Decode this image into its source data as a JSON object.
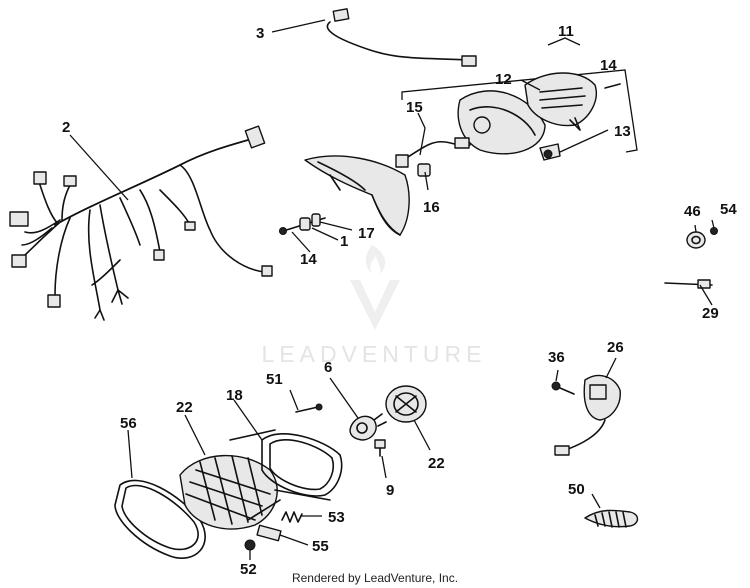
{
  "watermark": {
    "text": "LEADVENTURE"
  },
  "footer": {
    "text": "Rendered by LeadVenture, Inc."
  },
  "labels": [
    {
      "id": "lbl-3",
      "text": "3"
    },
    {
      "id": "lbl-11",
      "text": "11"
    },
    {
      "id": "lbl-14a",
      "text": "14"
    },
    {
      "id": "lbl-12",
      "text": "12"
    },
    {
      "id": "lbl-15",
      "text": "15"
    },
    {
      "id": "lbl-13",
      "text": "13"
    },
    {
      "id": "lbl-2",
      "text": "2"
    },
    {
      "id": "lbl-16",
      "text": "16"
    },
    {
      "id": "lbl-17",
      "text": "17"
    },
    {
      "id": "lbl-1",
      "text": "1"
    },
    {
      "id": "lbl-14b",
      "text": "14"
    },
    {
      "id": "lbl-46",
      "text": "46"
    },
    {
      "id": "lbl-54",
      "text": "54"
    },
    {
      "id": "lbl-29",
      "text": "29"
    },
    {
      "id": "lbl-36",
      "text": "36"
    },
    {
      "id": "lbl-26",
      "text": "26"
    },
    {
      "id": "lbl-6",
      "text": "6"
    },
    {
      "id": "lbl-51",
      "text": "51"
    },
    {
      "id": "lbl-18",
      "text": "18"
    },
    {
      "id": "lbl-22a",
      "text": "22"
    },
    {
      "id": "lbl-56",
      "text": "56"
    },
    {
      "id": "lbl-22b",
      "text": "22"
    },
    {
      "id": "lbl-9",
      "text": "9"
    },
    {
      "id": "lbl-53",
      "text": "53"
    },
    {
      "id": "lbl-55",
      "text": "55"
    },
    {
      "id": "lbl-52",
      "text": "52"
    },
    {
      "id": "lbl-50",
      "text": "50"
    }
  ]
}
